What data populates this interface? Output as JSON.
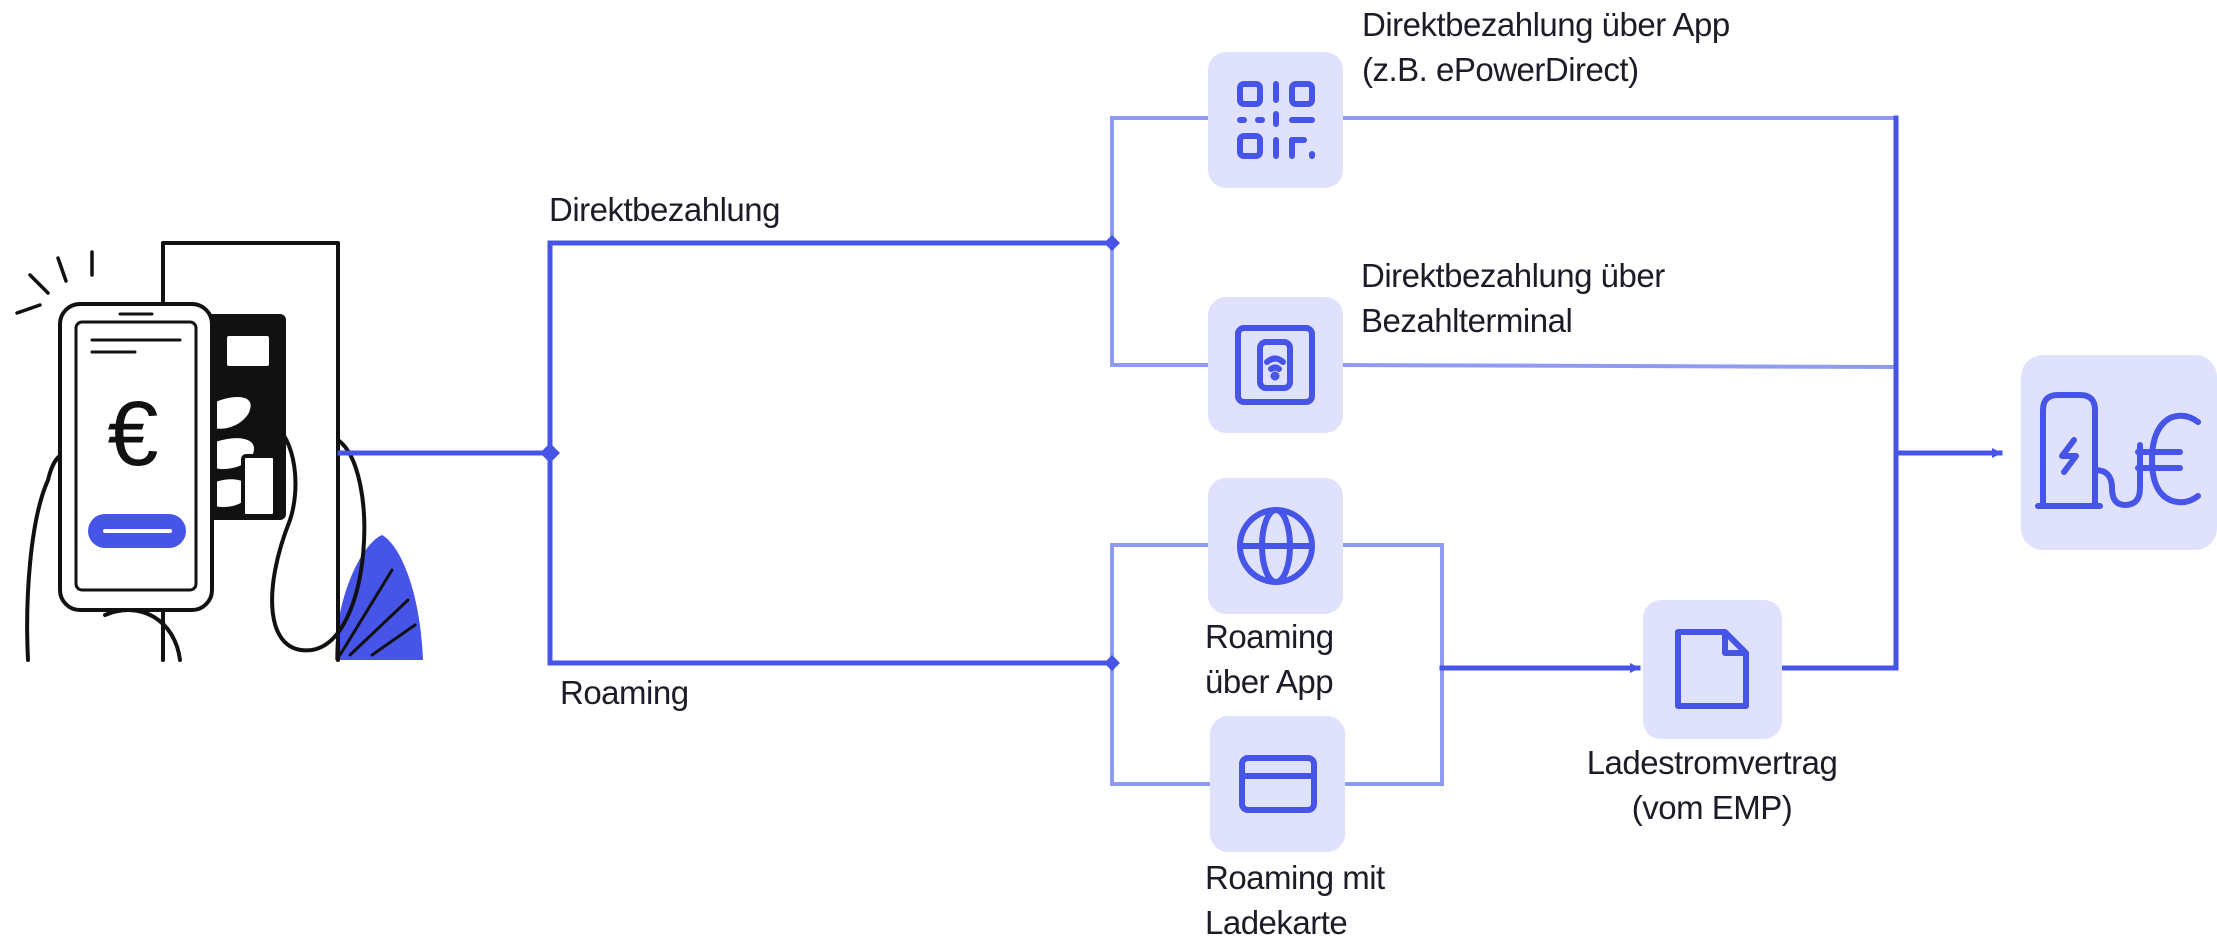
{
  "branches": {
    "direkt": "Direktbezahlung",
    "roaming": "Roaming"
  },
  "nodes": {
    "app_direct": {
      "line1": "Direktbezahlung über App",
      "line2": "(z.B. ePowerDirect)",
      "icon": "qr-code-icon"
    },
    "terminal": {
      "line1": "Direktbezahlung über",
      "line2": "Bezahlterminal",
      "icon": "payment-terminal-icon"
    },
    "roaming_app": {
      "line1": "Roaming",
      "line2": "über App",
      "icon": "globe-icon"
    },
    "roaming_card": {
      "line1": "Roaming mit",
      "line2": "Ladekarte",
      "icon": "credit-card-icon"
    },
    "contract": {
      "line1": "Ladestromvertrag",
      "line2": "(vom EMP)",
      "icon": "document-icon"
    },
    "target": {
      "icon": "charging-station-euro-icon"
    }
  },
  "illustration": {
    "icon": "phone-payment-illustration",
    "symbol": "€"
  },
  "colors": {
    "primary": "#4655e8",
    "line_light": "#8f9bf2",
    "tile": "#dfe1fd",
    "ink": "#111111"
  }
}
